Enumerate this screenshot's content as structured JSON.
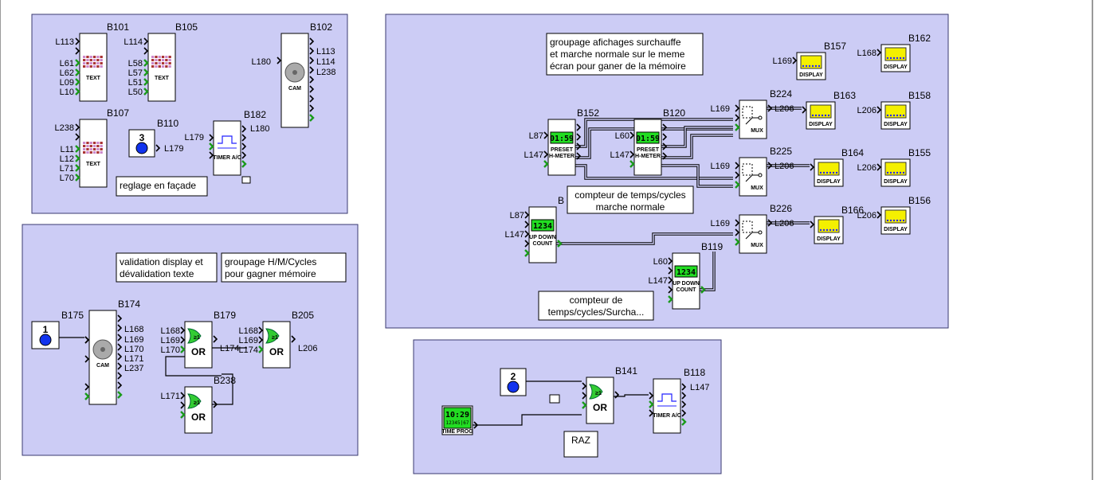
{
  "colors": {
    "panel_fill": "#ccccf5",
    "panel_stroke": "#3a3a70",
    "input_arrow": "#1a9a1a",
    "lcd_green": "#22dd22",
    "display_yellow": "#f4f000",
    "button_blue": "#1133ee",
    "or_green": "#33cc33"
  },
  "notes": {
    "reglage": "reglage en façade",
    "validation_1": "validation display et",
    "validation_2": "dévalidation texte",
    "groupage_hm_1": "groupage H/M/Cycles",
    "groupage_hm_2": "pour gagner  mémoire",
    "groupage_aff_1": "groupage afichages surchauffe",
    "groupage_aff_2": "et marche normale sur le meme",
    "groupage_aff_3": "écran pour ganer de la mémoire",
    "compteur_normal_1": "compteur de temps/cycles",
    "compteur_normal_2": "marche normale",
    "compteur_surch_1": "compteur de",
    "compteur_surch_2": "temps/cycles/Surcha...",
    "raz": "RAZ"
  },
  "blocks": {
    "B101": {
      "id": "B101",
      "type": "TEXT",
      "inputs": [
        "L113",
        "L61",
        "L62",
        "L09",
        "L10"
      ]
    },
    "B105": {
      "id": "B105",
      "type": "TEXT",
      "inputs": [
        "L114",
        "L58",
        "L57",
        "L51",
        "L50"
      ]
    },
    "B107": {
      "id": "B107",
      "type": "TEXT",
      "inputs": [
        "L238",
        "L11",
        "L12",
        "L71",
        "L70"
      ]
    },
    "B102": {
      "id": "B102",
      "type": "CAM",
      "inputs": [
        "L180"
      ],
      "outputs": [
        "L113",
        "L114",
        "L238"
      ]
    },
    "B110": {
      "id": "B110",
      "number": "3",
      "outputs": [
        "L179"
      ]
    },
    "B182": {
      "id": "B182",
      "type": "TIMER A/C",
      "inputs": [
        "L179"
      ],
      "outputs": [
        "L180"
      ]
    },
    "B175": {
      "id": "B175",
      "number": "1"
    },
    "B174": {
      "id": "B174",
      "type": "CAM",
      "outputs": [
        "L168",
        "L169",
        "L170",
        "L171",
        "L237"
      ]
    },
    "B179": {
      "id": "B179",
      "type": "OR",
      "inputs": [
        "L168",
        "L169",
        "L170"
      ],
      "outputs": [
        "L174"
      ]
    },
    "B205": {
      "id": "B205",
      "type": "OR",
      "inputs": [
        "L168",
        "L169",
        "L174"
      ],
      "outputs": [
        "L206"
      ]
    },
    "B238": {
      "id": "B238",
      "type": "OR",
      "inputs": [
        "L171"
      ]
    },
    "B152": {
      "id": "B152",
      "type": "PRESET H-METER",
      "lcd": "01:59",
      "inputs": [
        "L87",
        "L147"
      ]
    },
    "B120": {
      "id": "B120",
      "type": "PRESET H-METER",
      "lcd": "01:59",
      "inputs": [
        "L60",
        "L147"
      ]
    },
    "B224": {
      "id": "B224",
      "type": "MUX",
      "inputs": [
        "L169"
      ],
      "outputs": [
        "L206"
      ]
    },
    "B225": {
      "id": "B225",
      "type": "MUX",
      "inputs": [
        "L169"
      ],
      "outputs": [
        "L206"
      ]
    },
    "B226": {
      "id": "B226",
      "type": "MUX",
      "inputs": [
        "L169"
      ],
      "outputs": [
        "L206"
      ]
    },
    "B1xx": {
      "id": "B",
      "type": "UP DOWN COUNT",
      "lcd": "1234",
      "inputs": [
        "L87",
        "L147"
      ]
    },
    "B119": {
      "id": "B119",
      "type": "UP DOWN COUNT",
      "lcd": "1234",
      "inputs": [
        "L60",
        "L147"
      ]
    },
    "B157": {
      "id": "B157",
      "type": "DISPLAY",
      "inputs": [
        "L169"
      ]
    },
    "B162": {
      "id": "B162",
      "type": "DISPLAY",
      "inputs": [
        "L168"
      ]
    },
    "B163": {
      "id": "B163",
      "type": "DISPLAY"
    },
    "B158": {
      "id": "B158",
      "type": "DISPLAY",
      "inputs": [
        "L206"
      ]
    },
    "B164": {
      "id": "B164",
      "type": "DISPLAY"
    },
    "B155": {
      "id": "B155",
      "type": "DISPLAY",
      "inputs": [
        "L206"
      ]
    },
    "B166": {
      "id": "B166",
      "type": "DISPLAY"
    },
    "B156": {
      "id": "B156",
      "type": "DISPLAY",
      "inputs": [
        "L206"
      ]
    },
    "B141": {
      "id": "B141",
      "type": "OR"
    },
    "B118": {
      "id": "B118",
      "type": "TIMER A/C",
      "outputs": [
        "L147"
      ]
    },
    "B_btn2": {
      "number": "2"
    },
    "B_timeprog": {
      "type": "TIME PROG",
      "lcd": "10:29"
    }
  },
  "glyphs": {
    "text_block": "TEXT",
    "cam_block": "CAM",
    "or_block": "OR",
    "or_symbol": "≥1",
    "mux_block": "MUX",
    "display_block": "DISPLAY",
    "timer_block": "TIMER A/C",
    "preset_1": "PRESET",
    "preset_2": "H-METER",
    "count_1": "UP DOWN",
    "count_2": "COUNT",
    "timeprog": "TIME PROG",
    "lcd_hm": "01:59",
    "lcd_count": "1234",
    "lcd_time": "10:29",
    "lcd_days": "12345|67"
  }
}
